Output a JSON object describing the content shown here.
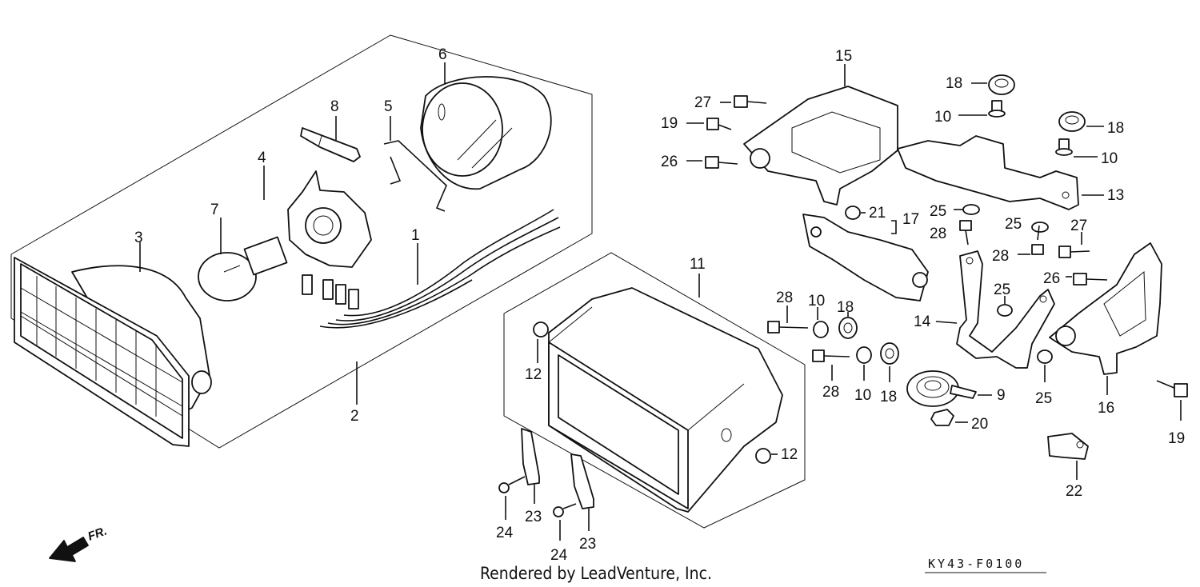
{
  "callouts": {
    "c1": "1",
    "c2": "2",
    "c3": "3",
    "c4": "4",
    "c5": "5",
    "c6": "6",
    "c7": "7",
    "c8": "8",
    "c9": "9",
    "c10a": "10",
    "c10b": "10",
    "c10c": "10",
    "c10d": "10",
    "c11": "11",
    "c12a": "12",
    "c12b": "12",
    "c13": "13",
    "c14": "14",
    "c15": "15",
    "c16": "16",
    "c17": "17",
    "c18a": "18",
    "c18b": "18",
    "c18c": "18",
    "c18d": "18",
    "c19a": "19",
    "c19b": "19",
    "c20": "20",
    "c21": "21",
    "c22": "22",
    "c23a": "23",
    "c23b": "23",
    "c24a": "24",
    "c24b": "24",
    "c25a": "25",
    "c25b": "25",
    "c25c": "25",
    "c25d": "25",
    "c26a": "26",
    "c26b": "26",
    "c27a": "27",
    "c27b": "27",
    "c28a": "28",
    "c28b": "28",
    "c28c": "28",
    "c28d": "28"
  },
  "front_arrow": "FR.",
  "credit": "Rendered by LeadVenture, Inc.",
  "diagram_code": "KY43-F0100"
}
